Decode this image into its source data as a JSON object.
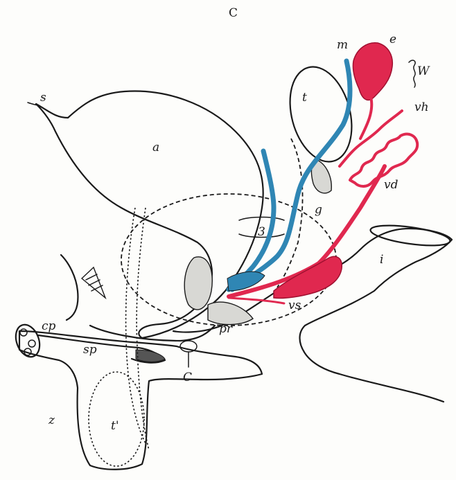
{
  "figure": {
    "panel_letter": "C",
    "colors": {
      "vein": "#2f86b4",
      "artery": "#e0284f",
      "ink": "#1a1a1a",
      "stipple": "#d8d8d4"
    },
    "labels": {
      "s": "s",
      "a": "a",
      "m": "m",
      "e": "e",
      "w": "W",
      "t": "t",
      "vh": "vh",
      "vd": "vd",
      "g": "g",
      "three": "3",
      "i": "i",
      "vs": "vs",
      "pr": "pr",
      "cp": "cp",
      "sp": "sp",
      "c": "C",
      "z": "z",
      "t_prime": "t'"
    }
  }
}
